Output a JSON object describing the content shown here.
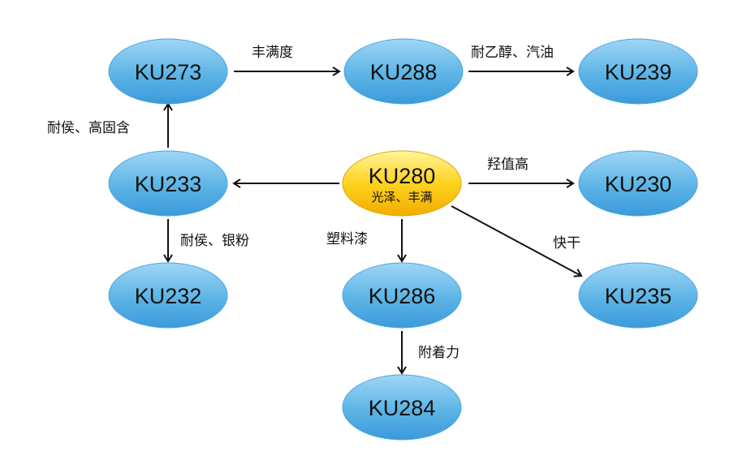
{
  "colors": {
    "node_fill_top": "#8fd0f3",
    "node_fill_bottom": "#3d9fdc",
    "node_stroke": "#2f8fcc",
    "center_fill_top": "#fff27a",
    "center_fill_bottom": "#f2b400",
    "center_stroke": "#d9a200",
    "arrow": "#111111"
  },
  "nodes": {
    "ku273": {
      "label": "KU273"
    },
    "ku288": {
      "label": "KU288"
    },
    "ku239": {
      "label": "KU239"
    },
    "ku233": {
      "label": "KU233"
    },
    "ku280": {
      "label": "KU280",
      "sublabel": "光泽、丰满"
    },
    "ku230": {
      "label": "KU230"
    },
    "ku232": {
      "label": "KU232"
    },
    "ku286": {
      "label": "KU286"
    },
    "ku235": {
      "label": "KU235"
    },
    "ku284": {
      "label": "KU284"
    }
  },
  "edges": {
    "e1": {
      "from": "KU273",
      "to": "KU288",
      "label": "丰满度"
    },
    "e2": {
      "from": "KU288",
      "to": "KU239",
      "label": "耐乙醇、汽油"
    },
    "e3": {
      "from": "KU233",
      "to": "KU273",
      "label": "耐侯、高固含"
    },
    "e4": {
      "from": "KU280",
      "to": "KU233",
      "label": ""
    },
    "e5": {
      "from": "KU280",
      "to": "KU230",
      "label": "羟值高"
    },
    "e6": {
      "from": "KU233",
      "to": "KU232",
      "label": "耐侯、银粉"
    },
    "e7": {
      "from": "KU280",
      "to": "KU286",
      "label": "塑料漆"
    },
    "e8": {
      "from": "KU280",
      "to": "KU235",
      "label": "快干"
    },
    "e9": {
      "from": "KU286",
      "to": "KU284",
      "label": "附着力"
    }
  }
}
